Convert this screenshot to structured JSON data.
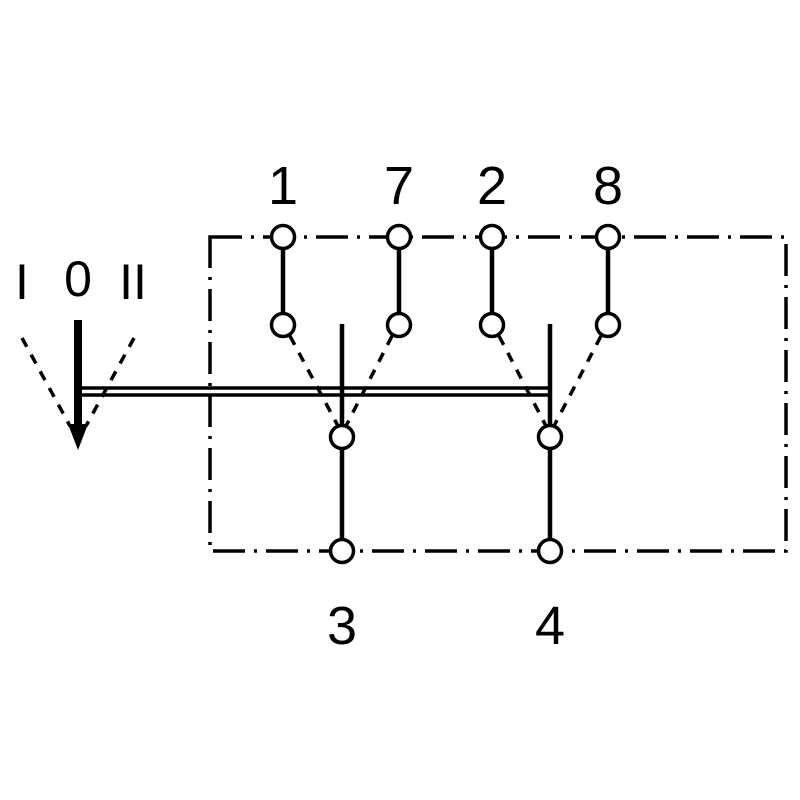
{
  "colors": {
    "background": "#ffffff",
    "line": "#000000"
  },
  "schematic": {
    "type": "switch-wiring-diagram",
    "description": "Three-position switch contact schematic with actuator lever",
    "top_terminals": [
      {
        "id": "terminal-1",
        "label": "1"
      },
      {
        "id": "terminal-7",
        "label": "7"
      },
      {
        "id": "terminal-2",
        "label": "2"
      },
      {
        "id": "terminal-8",
        "label": "8"
      }
    ],
    "bottom_terminals": [
      {
        "id": "terminal-3",
        "label": "3"
      },
      {
        "id": "terminal-4",
        "label": "4"
      }
    ],
    "lever_positions": [
      {
        "id": "position-I",
        "label": "I"
      },
      {
        "id": "position-0",
        "label": "0"
      },
      {
        "id": "position-II",
        "label": "II"
      }
    ]
  }
}
